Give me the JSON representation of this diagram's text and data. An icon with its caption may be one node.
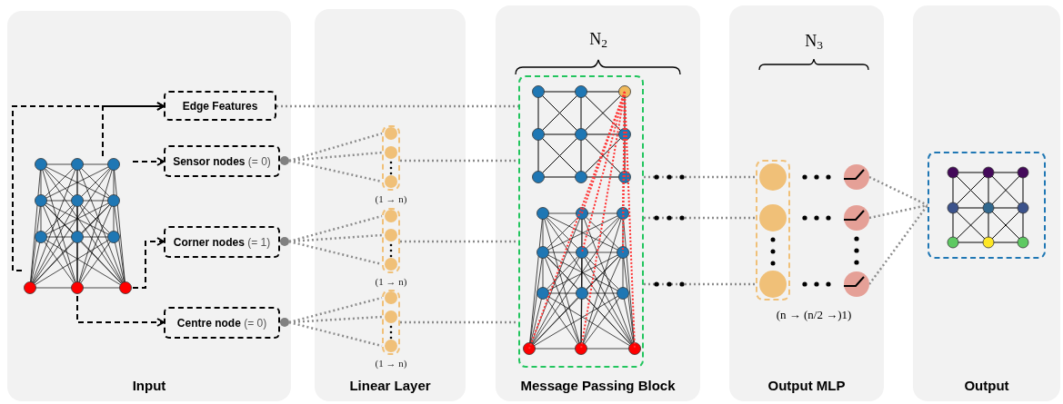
{
  "diagram": {
    "nodes": [
      {
        "text": [
          "Input"
        ]
      },
      {
        "text": [],
        "shape": "picture",
        "in": 0
      },
      {
        "text": [
          "Edge Features"
        ],
        "in": 0
      },
      {
        "text": [
          "**Sensor nodes** (= 0)"
        ],
        "in": 0
      },
      {
        "text": [
          "**Corner nodes** (= 1)"
        ],
        "in": 0
      },
      {
        "text": [
          "**Centre node** (= 0)"
        ],
        "in": 0
      },
      {
        "text": [],
        "shape": "circle",
        "in": 0
      },
      {
        "text": [],
        "shape": "circle",
        "in": 0
      },
      {
        "text": [],
        "shape": "circle",
        "in": 0
      },
      {
        "text": [
          "Linear Layer"
        ]
      },
      {
        "text": [],
        "shape": "box",
        "in": 9,
        "beside": [
          "(1 → n)"
        ]
      },
      {
        "text": [],
        "shape": "box",
        "in": 9,
        "beside": [
          "(1 → n)"
        ]
      },
      {
        "text": [],
        "shape": "box",
        "in": 9,
        "beside": [
          "(1 → n)"
        ]
      },
      {
        "text": [
          "Message Passing Block"
        ]
      },
      {
        "text": [],
        "shape": "picture",
        "in": 13
      },
      {
        "text": [
          "Output MLP"
        ]
      },
      {
        "text": [],
        "shape": "box",
        "in": 15
      },
      {
        "text": [],
        "shape": "circle",
        "in": 15
      },
      {
        "text": [],
        "shape": "circle",
        "in": 15
      },
      {
        "text": [],
        "shape": "circle",
        "in": 15
      },
      {
        "text": [
          "Output"
        ]
      },
      {
        "text": [],
        "shape": "picture",
        "in": 20
      }
    ],
    "edges": [
      {
        "from": 1,
        "to": 2,
        "arrow": "to",
        "style": "dashed",
        "color": "#000000"
      },
      {
        "from": 1,
        "to": 2,
        "arrow": "to",
        "style": "dashed",
        "color": "#000000"
      },
      {
        "from": 1,
        "to": 3,
        "arrow": "to",
        "style": "dashed",
        "color": "#000000"
      },
      {
        "from": 1,
        "to": 4,
        "arrow": "to",
        "style": "dashed",
        "color": "#000000"
      },
      {
        "from": 1,
        "to": 5,
        "arrow": "to",
        "style": "dashed",
        "color": "#000000"
      },
      {
        "from": 2,
        "to": 14,
        "arrow": "none"
      },
      {
        "from": 6,
        "to": 10,
        "arrow": "none"
      },
      {
        "from": 6,
        "to": 10,
        "arrow": "none"
      },
      {
        "from": 6,
        "to": 10,
        "arrow": "none"
      },
      {
        "from": 7,
        "to": 11,
        "arrow": "none"
      },
      {
        "from": 7,
        "to": 11,
        "arrow": "none"
      },
      {
        "from": 7,
        "to": 11,
        "arrow": "none"
      },
      {
        "from": 8,
        "to": 12,
        "arrow": "none"
      },
      {
        "from": 8,
        "to": 12,
        "arrow": "none"
      },
      {
        "from": 8,
        "to": 12,
        "arrow": "none"
      },
      {
        "from": 10,
        "to": 14,
        "arrow": "none"
      },
      {
        "from": 11,
        "to": 14,
        "arrow": "none"
      },
      {
        "from": 12,
        "to": 14,
        "arrow": "none"
      },
      {
        "from": 14,
        "to": 16,
        "arrow": "none"
      },
      {
        "from": 14,
        "to": 16,
        "arrow": "none"
      },
      {
        "from": 14,
        "to": 16,
        "arrow": "none"
      },
      {
        "from": 17,
        "to": 21,
        "arrow": "none"
      },
      {
        "from": 18,
        "to": 21,
        "arrow": "none"
      },
      {
        "from": 19,
        "to": 21,
        "arrow": "none"
      }
    ],
    "labels": [
      "N$_{2}$",
      "N$_{3}$",
      "(n → (n/2 →)1)"
    ]
  }
}
